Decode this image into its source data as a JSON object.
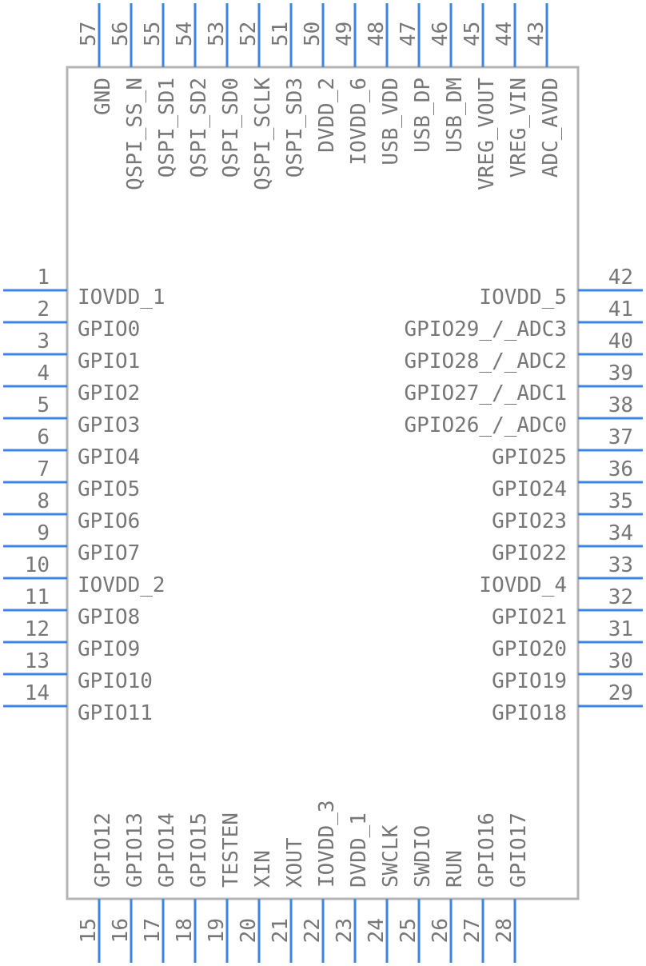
{
  "component": {
    "left_pins": [
      {
        "num": "1",
        "label": "IOVDD_1"
      },
      {
        "num": "2",
        "label": "GPIO0"
      },
      {
        "num": "3",
        "label": "GPIO1"
      },
      {
        "num": "4",
        "label": "GPIO2"
      },
      {
        "num": "5",
        "label": "GPIO3"
      },
      {
        "num": "6",
        "label": "GPIO4"
      },
      {
        "num": "7",
        "label": "GPIO5"
      },
      {
        "num": "8",
        "label": "GPIO6"
      },
      {
        "num": "9",
        "label": "GPIO7"
      },
      {
        "num": "10",
        "label": "IOVDD_2"
      },
      {
        "num": "11",
        "label": "GPIO8"
      },
      {
        "num": "12",
        "label": "GPIO9"
      },
      {
        "num": "13",
        "label": "GPIO10"
      },
      {
        "num": "14",
        "label": "GPIO11"
      }
    ],
    "right_pins": [
      {
        "num": "42",
        "label": "IOVDD_5"
      },
      {
        "num": "41",
        "label": "GPIO29_/_ADC3"
      },
      {
        "num": "40",
        "label": "GPIO28_/_ADC2"
      },
      {
        "num": "39",
        "label": "GPIO27_/_ADC1"
      },
      {
        "num": "38",
        "label": "GPIO26_/_ADC0"
      },
      {
        "num": "37",
        "label": "GPIO25"
      },
      {
        "num": "36",
        "label": "GPIO24"
      },
      {
        "num": "35",
        "label": "GPIO23"
      },
      {
        "num": "34",
        "label": "GPIO22"
      },
      {
        "num": "33",
        "label": "IOVDD_4"
      },
      {
        "num": "32",
        "label": "GPIO21"
      },
      {
        "num": "31",
        "label": "GPIO20"
      },
      {
        "num": "30",
        "label": "GPIO19"
      },
      {
        "num": "29",
        "label": "GPIO18"
      }
    ],
    "top_pins": [
      {
        "num": "57",
        "label": "GND"
      },
      {
        "num": "56",
        "label": "QSPI_SS_N"
      },
      {
        "num": "55",
        "label": "QSPI_SD1"
      },
      {
        "num": "54",
        "label": "QSPI_SD2"
      },
      {
        "num": "53",
        "label": "QSPI_SD0"
      },
      {
        "num": "52",
        "label": "QSPI_SCLK"
      },
      {
        "num": "51",
        "label": "QSPI_SD3"
      },
      {
        "num": "50",
        "label": "DVDD_2"
      },
      {
        "num": "49",
        "label": "IOVDD_6"
      },
      {
        "num": "48",
        "label": "USB_VDD"
      },
      {
        "num": "47",
        "label": "USB_DP"
      },
      {
        "num": "46",
        "label": "USB_DM"
      },
      {
        "num": "45",
        "label": "VREG_VOUT"
      },
      {
        "num": "44",
        "label": "VREG_VIN"
      },
      {
        "num": "43",
        "label": "ADC_AVDD"
      }
    ],
    "bottom_pins": [
      {
        "num": "15",
        "label": "GPIO12"
      },
      {
        "num": "16",
        "label": "GPIO13"
      },
      {
        "num": "17",
        "label": "GPIO14"
      },
      {
        "num": "18",
        "label": "GPIO15"
      },
      {
        "num": "19",
        "label": "TESTEN"
      },
      {
        "num": "20",
        "label": "XIN"
      },
      {
        "num": "21",
        "label": "XOUT"
      },
      {
        "num": "22",
        "label": "IOVDD_3"
      },
      {
        "num": "23",
        "label": "DVDD_1"
      },
      {
        "num": "24",
        "label": "SWCLK"
      },
      {
        "num": "25",
        "label": "SWDIO"
      },
      {
        "num": "26",
        "label": "RUN"
      },
      {
        "num": "27",
        "label": "GPIO16"
      },
      {
        "num": "28",
        "label": "GPIO17"
      }
    ]
  },
  "colors": {
    "pin_line": "#3d85e6",
    "body_outline": "#b4b4b4",
    "text": "#777777"
  }
}
